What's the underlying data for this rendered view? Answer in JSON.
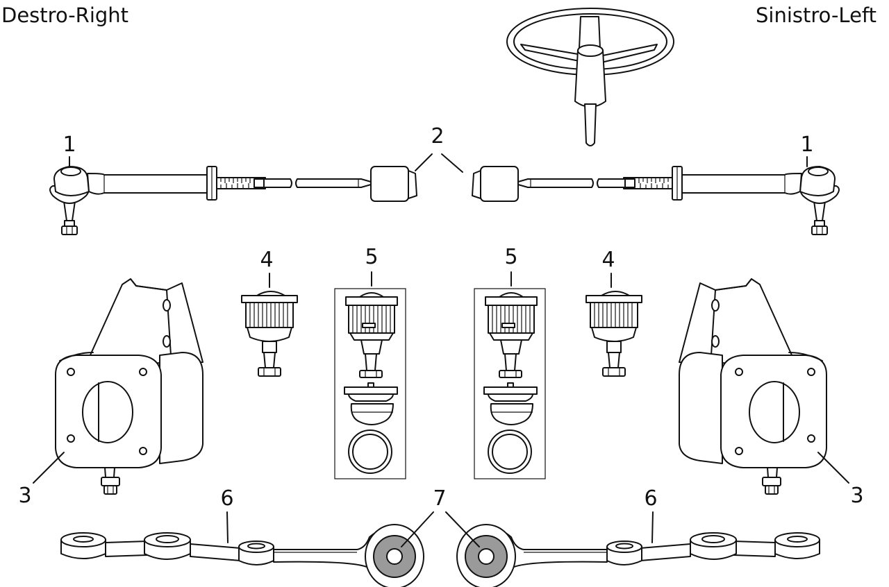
{
  "header": {
    "left_corner": "Destro-Right",
    "right_corner": "Sinistro-Left"
  },
  "callouts": {
    "c1": "1",
    "c2": "2",
    "c3": "3",
    "c4": "4",
    "c5": "5",
    "c6": "6",
    "c7": "7"
  }
}
